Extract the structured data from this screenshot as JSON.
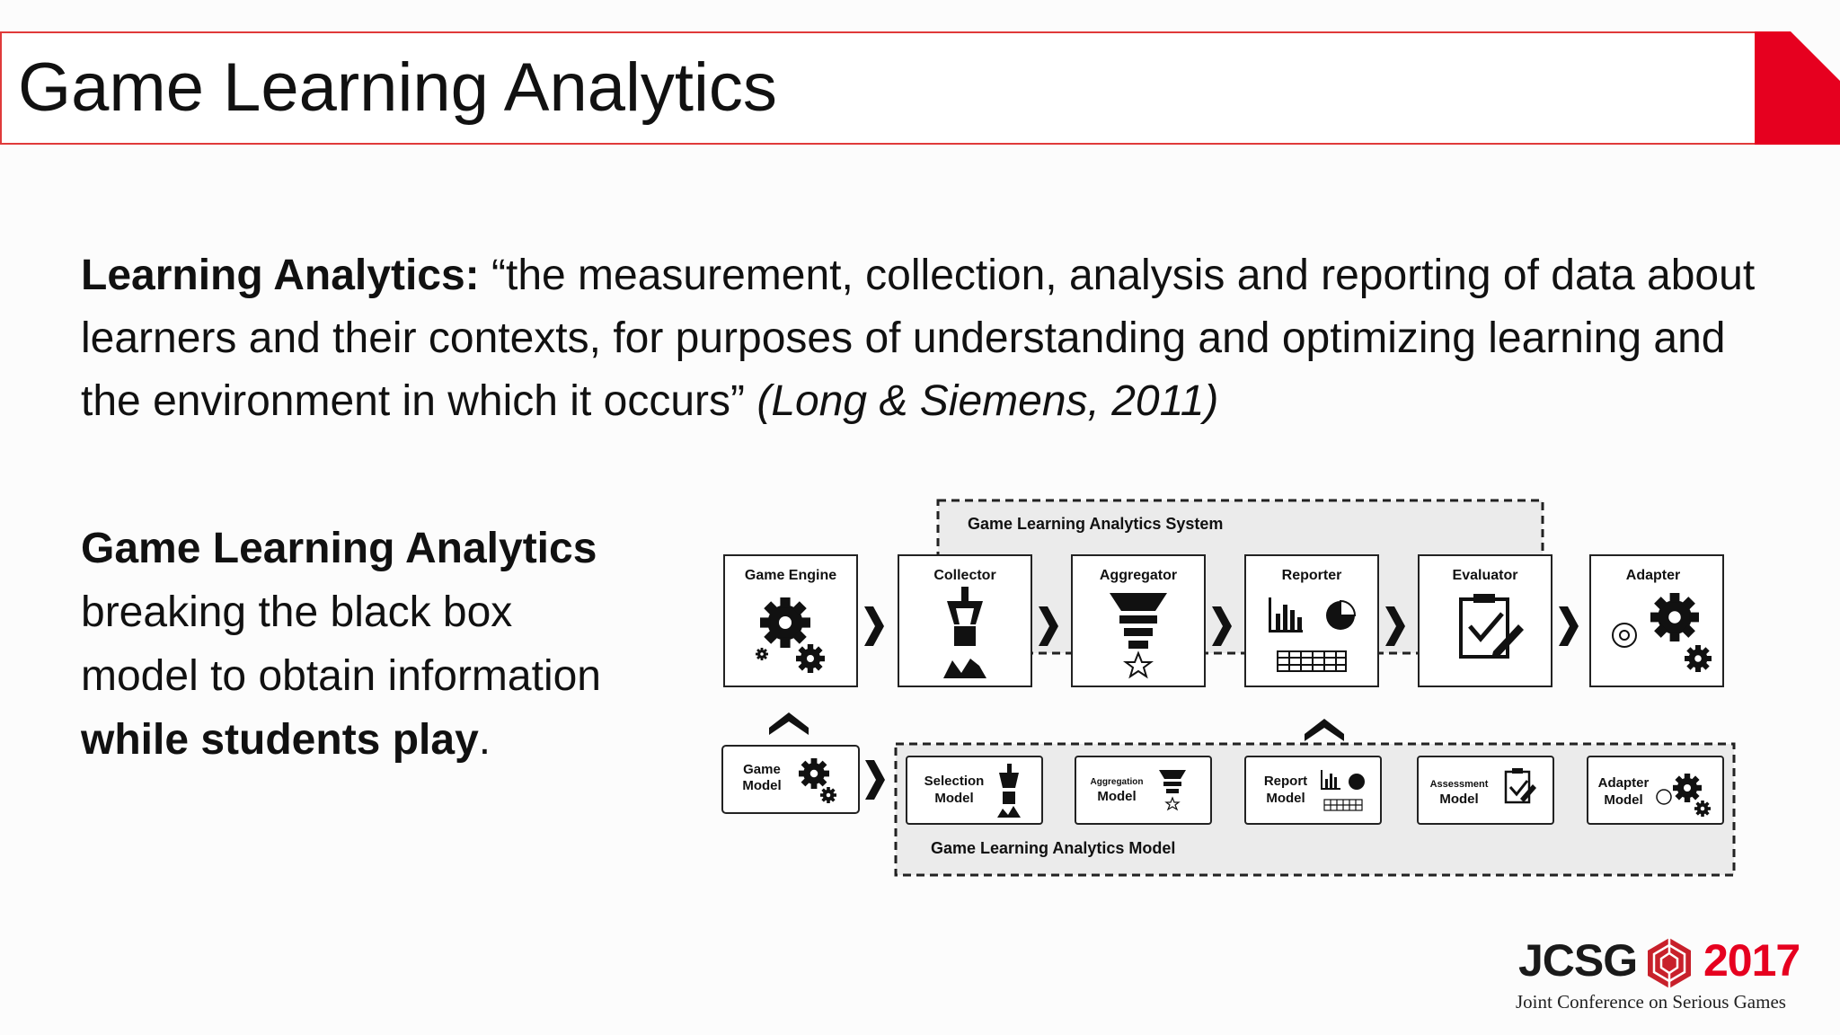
{
  "slide": {
    "title": "Game Learning Analytics",
    "definition": {
      "term": "Learning Analytics:",
      "quote": " “the measurement, collection, analysis and reporting of data about learners and their contexts, for purposes of understanding and optimizing learning and the environment in which it occurs” ",
      "citation": "(Long & Siemens, 2011)"
    },
    "gla": {
      "heading": "Game Learning Analytics",
      "line1": "breaking the black box",
      "line2": "model to obtain information",
      "emphasis": "while students play",
      "period": "."
    },
    "accent_color": "#e6001f"
  },
  "diagram": {
    "system_label": "Game Learning Analytics System",
    "model_label": "Game Learning Analytics Model",
    "top_boxes": [
      "Game Engine",
      "Collector",
      "Aggregator",
      "Reporter",
      "Evaluator",
      "Adapter"
    ],
    "bottom_game_model": [
      "Game",
      "Model"
    ],
    "bottom_boxes": [
      [
        "Selection",
        "Model"
      ],
      [
        "Aggregation",
        "Model"
      ],
      [
        "Report",
        "Model"
      ],
      [
        "Assessment",
        "Model"
      ],
      [
        "Adapter",
        "Model"
      ]
    ]
  },
  "footer": {
    "logo_left": "JCSG",
    "logo_right": "2017",
    "caption": "Joint Conference on Serious Games"
  }
}
